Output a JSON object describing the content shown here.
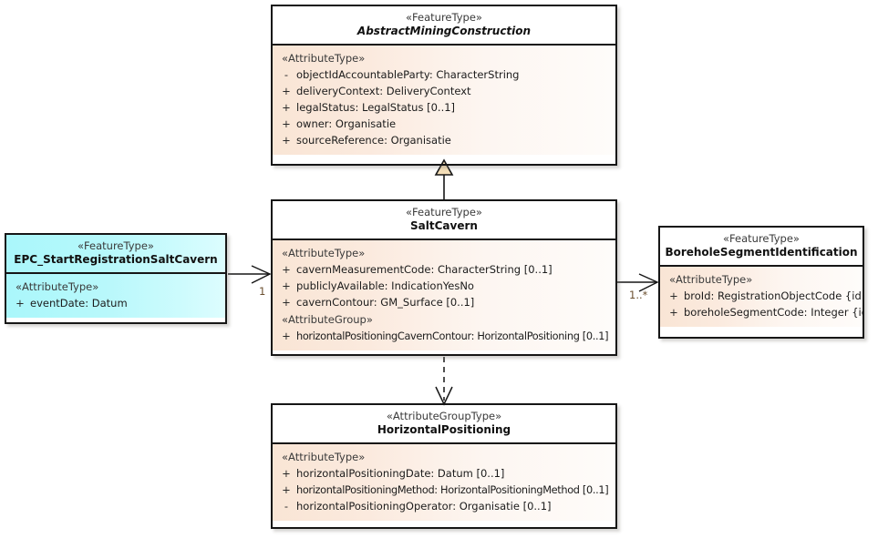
{
  "diagram": {
    "type": "uml-class-diagram",
    "background": "#ffffff",
    "colors": {
      "class_fill_peach": "#f9e4d3",
      "class_fill_fade": "#fefcfa",
      "event_fill_cyan": "#aaf7fb",
      "border": "#161616",
      "multiplicity_text": "#6b5030",
      "generalization_fill": "#f5dfb8"
    }
  },
  "classes": {
    "abstract_mining_construction": {
      "stereotype": "«FeatureType»",
      "name": "AbstractMiningConstruction",
      "abstract": true,
      "compartments": [
        {
          "group_label": "«AttributeType»",
          "attributes": [
            {
              "visibility": "-",
              "signature": "objectIdAccountableParty: CharacterString"
            },
            {
              "visibility": "+",
              "signature": "deliveryContext: DeliveryContext"
            },
            {
              "visibility": "+",
              "signature": "legalStatus: LegalStatus [0..1]"
            },
            {
              "visibility": "+",
              "signature": "owner: Organisatie"
            },
            {
              "visibility": "+",
              "signature": "sourceReference: Organisatie"
            }
          ]
        }
      ]
    },
    "salt_cavern": {
      "stereotype": "«FeatureType»",
      "name": "SaltCavern",
      "abstract": false,
      "compartments": [
        {
          "group_label": "«AttributeType»",
          "attributes": [
            {
              "visibility": "+",
              "signature": "cavernMeasurementCode: CharacterString [0..1]"
            },
            {
              "visibility": "+",
              "signature": "publiclyAvailable: IndicationYesNo"
            },
            {
              "visibility": "+",
              "signature": "cavernContour: GM_Surface [0..1]"
            }
          ]
        },
        {
          "group_label": "«AttributeGroup»",
          "attributes": [
            {
              "visibility": "+",
              "signature": "horizontalPositioningCavernContour: HorizontalPositioning [0..1]"
            }
          ]
        }
      ]
    },
    "epc_start_registration_salt_cavern": {
      "stereotype": "«FeatureType»",
      "name": "EPC_StartRegistrationSaltCavern",
      "abstract": false,
      "compartments": [
        {
          "group_label": "«AttributeType»",
          "attributes": [
            {
              "visibility": "+",
              "signature": "eventDate: Datum"
            }
          ]
        }
      ]
    },
    "borehole_segment_identification": {
      "stereotype": "«FeatureType»",
      "name": "BoreholeSegmentIdentification",
      "abstract": false,
      "compartments": [
        {
          "group_label": "«AttributeType»",
          "attributes": [
            {
              "visibility": "+",
              "signature": "broId: RegistrationObjectCode {id}"
            },
            {
              "visibility": "+",
              "signature": "boreholeSegmentCode: Integer {id}"
            }
          ]
        }
      ]
    },
    "horizontal_positioning": {
      "stereotype": "«AttributeGroupType»",
      "name": "HorizontalPositioning",
      "abstract": false,
      "compartments": [
        {
          "group_label": "«AttributeType»",
          "attributes": [
            {
              "visibility": "+",
              "signature": "horizontalPositioningDate: Datum [0..1]"
            },
            {
              "visibility": "+",
              "signature": "horizontalPositioningMethod: HorizontalPositioningMethod [0..1]"
            },
            {
              "visibility": "-",
              "signature": "horizontalPositioningOperator: Organisatie [0..1]"
            }
          ]
        }
      ]
    }
  },
  "connectors": {
    "generalization_salt_cavern_to_abstract": {
      "kind": "generalization",
      "from": "SaltCavern",
      "to": "AbstractMiningConstruction",
      "style": "solid-line-hollow-triangle"
    },
    "association_epc_to_salt_cavern": {
      "kind": "association",
      "from": "EPC_StartRegistrationSaltCavern",
      "to": "SaltCavern",
      "style": "solid-line-open-arrow",
      "target_multiplicity": "1"
    },
    "association_salt_cavern_to_borehole_segment": {
      "kind": "association",
      "from": "SaltCavern",
      "to": "BoreholeSegmentIdentification",
      "style": "solid-line-open-arrow",
      "target_multiplicity": "1..*"
    },
    "dependency_salt_cavern_to_horizontal_positioning": {
      "kind": "dependency",
      "from": "SaltCavern",
      "to": "HorizontalPositioning",
      "style": "dashed-line-open-arrow"
    }
  }
}
